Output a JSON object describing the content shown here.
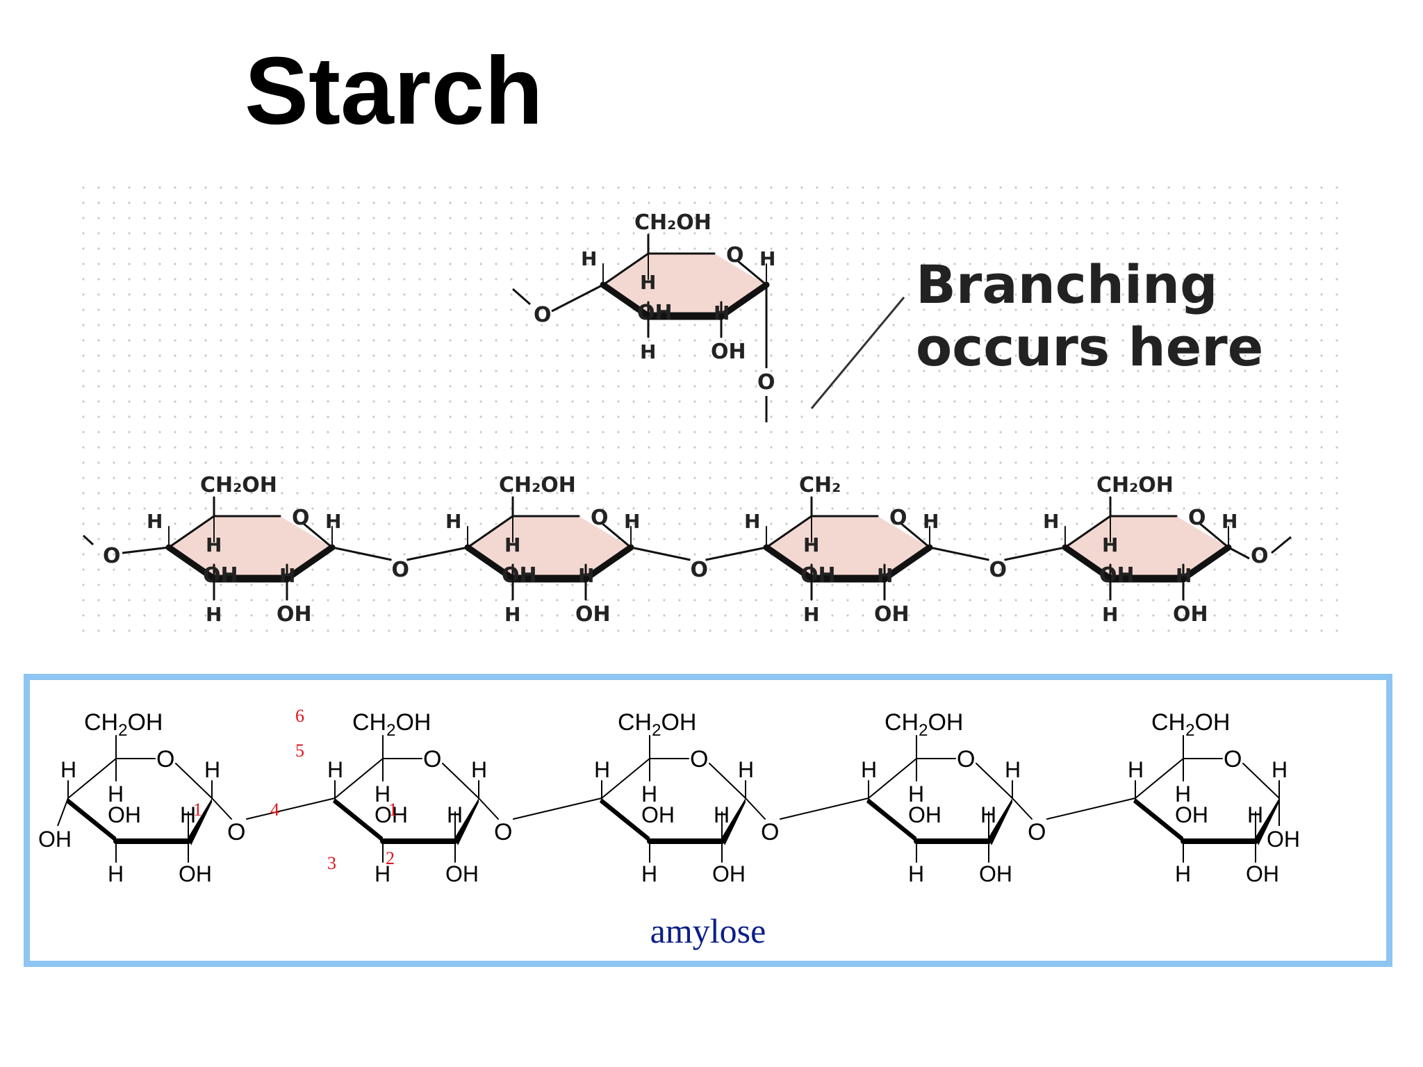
{
  "title": "Starch",
  "branching_note": [
    "Branching",
    "occurs here"
  ],
  "top_diagram": {
    "ch2oh_label": "CH₂OH",
    "branch_ch2_label": "CH₂",
    "ring_oxygen": "O",
    "hydrogen": "H",
    "hydroxyl": "OH",
    "linkage_oxygen": "O"
  },
  "bottom_diagram": {
    "label": "amylose",
    "ch2oh_label": "CH",
    "ch2oh_sub": "2",
    "ch2oh_tail": "OH",
    "ring_oxygen": "O",
    "hydrogen": "H",
    "hydroxyl": "OH",
    "linkage_oxygen": "O",
    "carbon_numbers": [
      "1",
      "4",
      "6",
      "5",
      "1",
      "3",
      "2"
    ]
  },
  "colors": {
    "ring_fill": "#f3d8d1",
    "frame_border": "#8ec5f2",
    "carbon_number": "#e0141a",
    "amylose_label": "#0b1f8a"
  }
}
